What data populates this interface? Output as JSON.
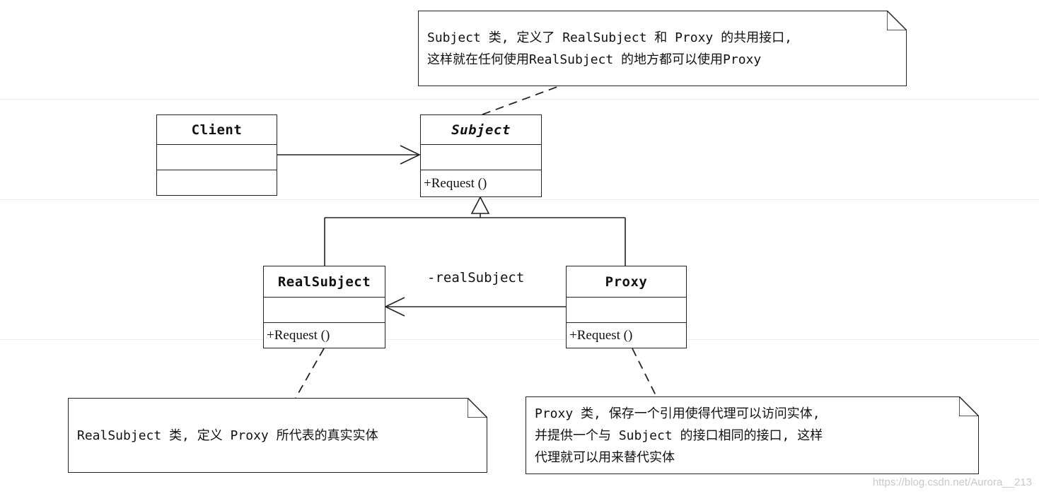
{
  "classes": {
    "client": {
      "name": "Client"
    },
    "subject": {
      "name": "Subject",
      "op": "+Request ()"
    },
    "real_subject": {
      "name": "RealSubject",
      "op": "+Request ()"
    },
    "proxy": {
      "name": "Proxy",
      "op": "+Request ()"
    }
  },
  "association_label": "-realSubject",
  "notes": {
    "subject": {
      "line1": "Subject 类, 定义了 RealSubject 和 Proxy 的共用接口,",
      "line2": "这样就在任何使用RealSubject 的地方都可以使用Proxy"
    },
    "real_subject": {
      "line1": "RealSubject 类, 定义 Proxy 所代表的真实实体"
    },
    "proxy": {
      "line1": "Proxy 类, 保存一个引用使得代理可以访问实体,",
      "line2": "并提供一个与 Subject 的接口相同的接口, 这样",
      "line3": "代理就可以用来替代实体"
    }
  },
  "watermark": "https://blog.csdn.net/Aurora__213"
}
